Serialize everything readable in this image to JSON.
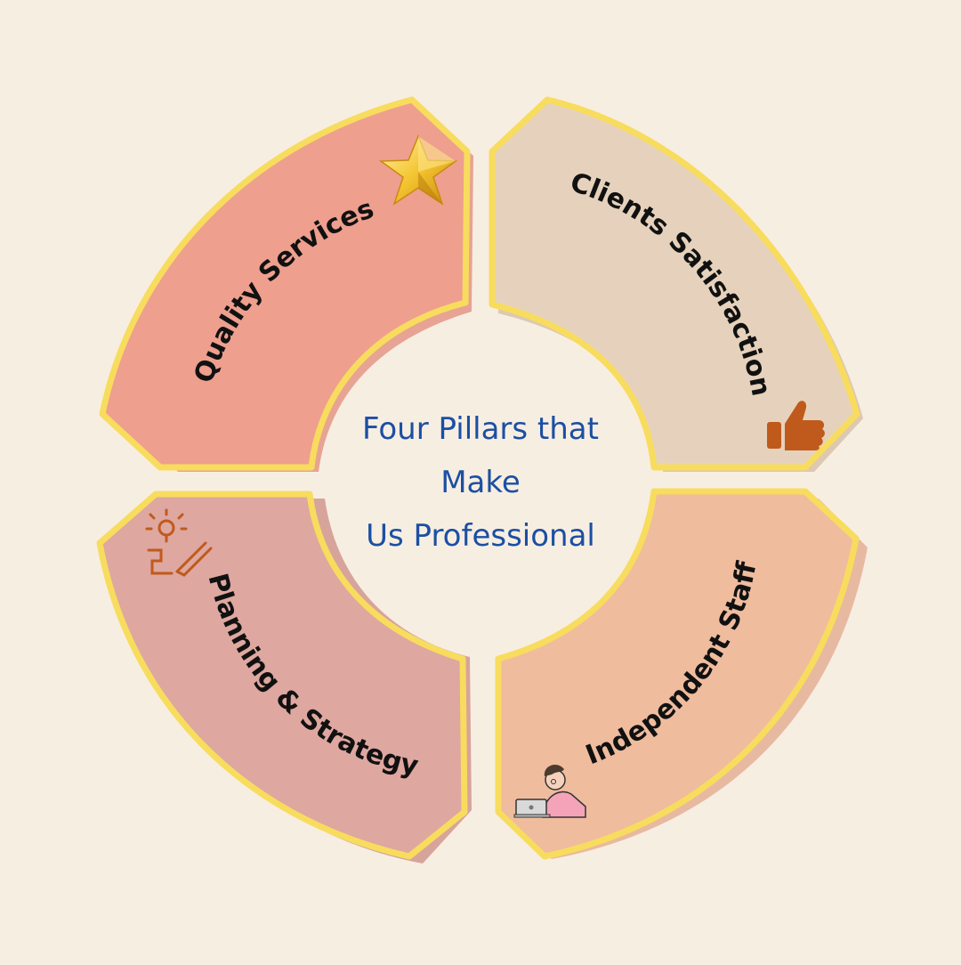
{
  "title_lines": [
    "Four Pillars that",
    "Make",
    "Us Professional"
  ],
  "pillars": [
    {
      "label": "Quality Services",
      "icon": "star-icon",
      "fill": "#ee9f8e"
    },
    {
      "label": "Clients Satisfaction",
      "icon": "thumbs-up-icon",
      "fill": "#e6d2bc"
    },
    {
      "label": "Planning & Strategy",
      "icon": "idea-planning-icon",
      "fill": "#dea7a0"
    },
    {
      "label": "Independent Staff",
      "icon": "person-laptop-icon",
      "fill": "#efbc9e"
    }
  ],
  "colors": {
    "background": "#f7eee2",
    "border": "#f8dc5e",
    "title": "#1b4fa3"
  }
}
